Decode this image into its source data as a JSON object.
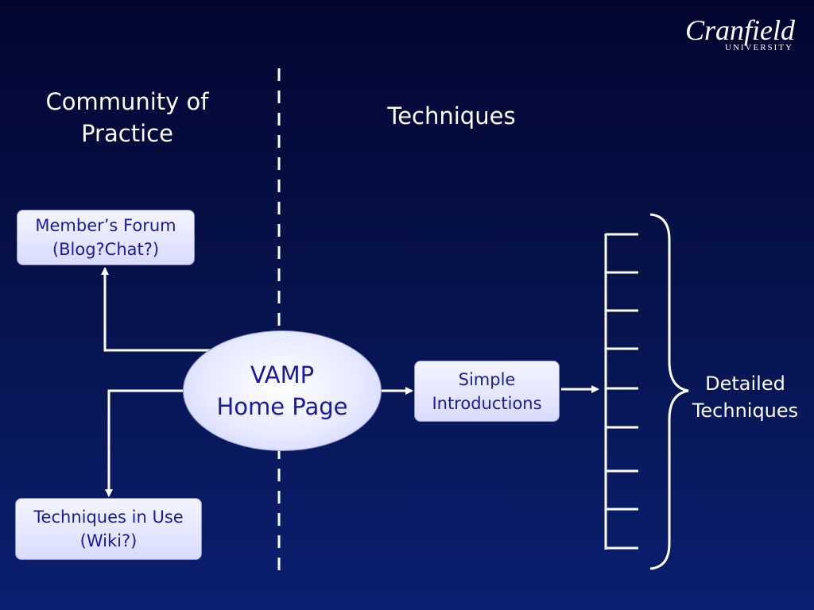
{
  "logo": {
    "name": "Cranfield",
    "subtitle": "UNIVERSITY"
  },
  "headings": {
    "left_line1": "Community of",
    "left_line2": "Practice",
    "right": "Techniques"
  },
  "nodes": {
    "forum": {
      "line1": "Member’s Forum",
      "line2": "(Blog?Chat?)"
    },
    "wiki": {
      "line1": "Techniques in Use",
      "line2": "(Wiki?)"
    },
    "home": {
      "line1": "VAMP",
      "line2": "Home Page"
    },
    "intro": {
      "line1": "Simple",
      "line2": "Introductions"
    },
    "detailed": {
      "line1": "Detailed",
      "line2": "Techniques"
    }
  },
  "colors": {
    "background_top": "#020530",
    "background_bottom": "#0b1f70",
    "box_text": "#1a1a9c",
    "line": "#ffffff"
  }
}
